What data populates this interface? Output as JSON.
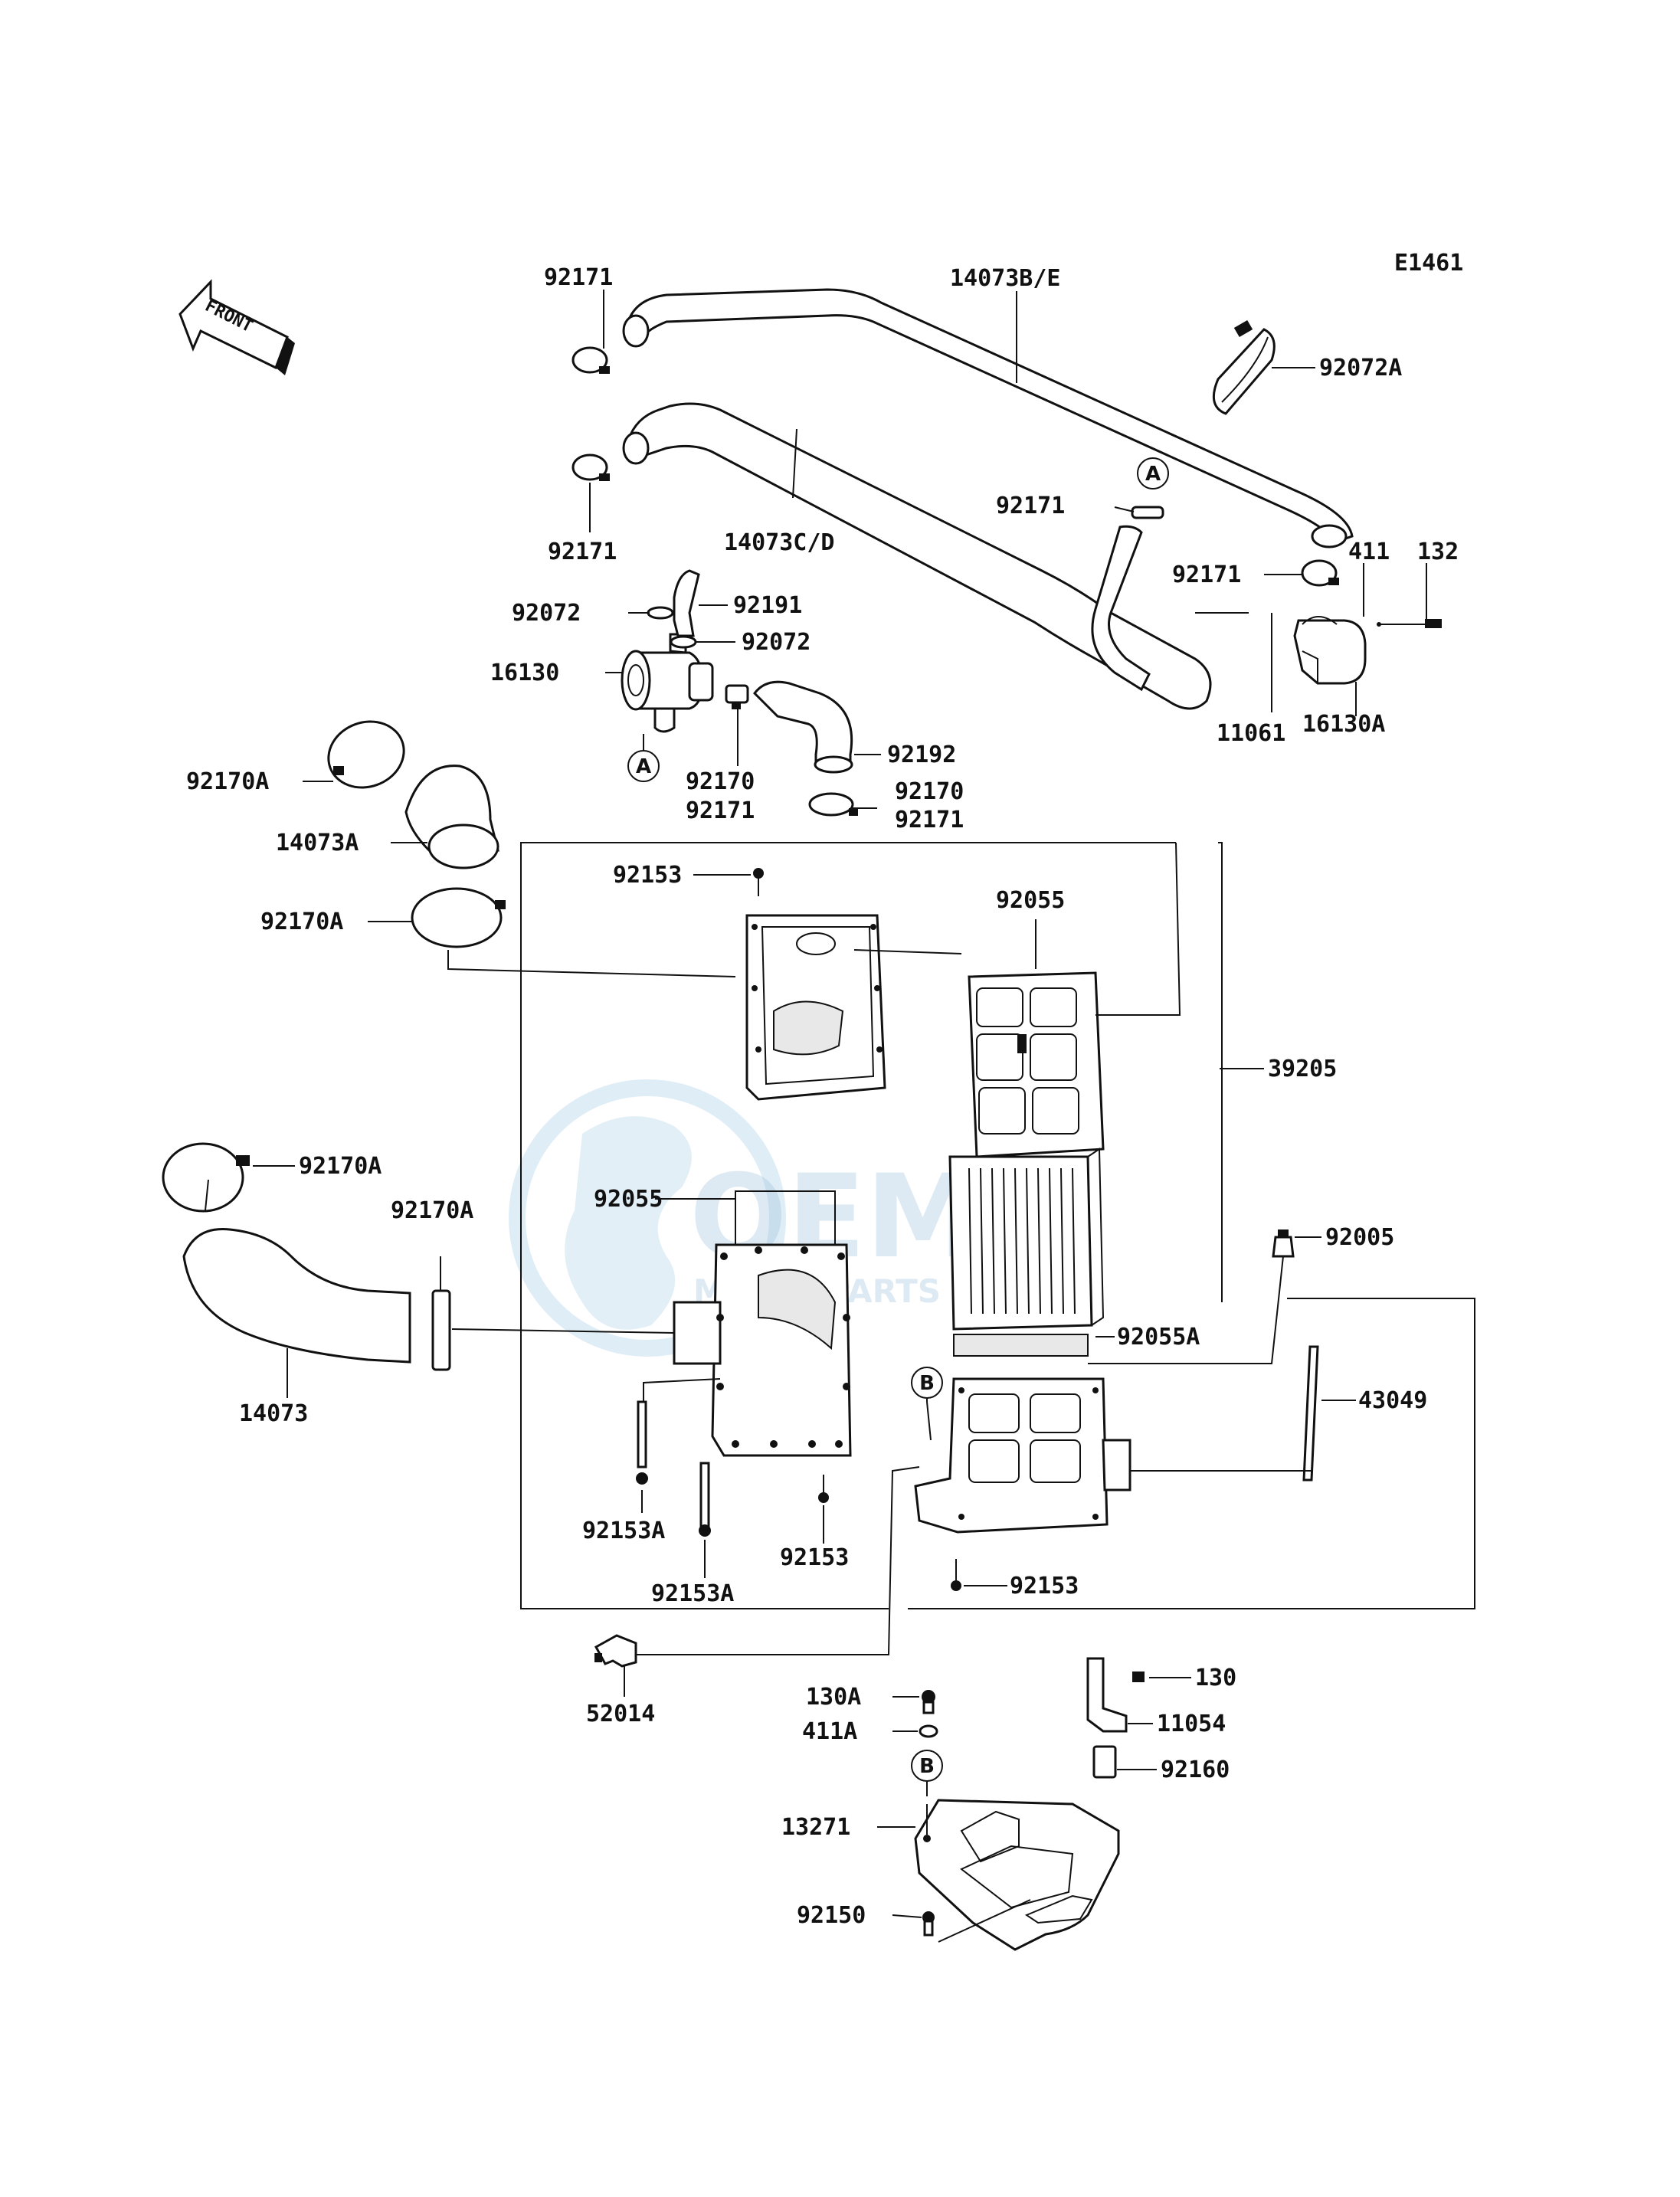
{
  "diagram_code": "E1461",
  "front_label": "FRONT",
  "watermark": {
    "main": "OEM",
    "sub": "MOTORPARTS"
  },
  "refs": {
    "a": "A",
    "b": "B"
  },
  "parts": [
    {
      "id": "p92171a",
      "label": "92171"
    },
    {
      "id": "p14073be",
      "label": "14073B/E"
    },
    {
      "id": "p92072a",
      "label": "92072A"
    },
    {
      "id": "p92171b",
      "label": "92171"
    },
    {
      "id": "p14073cd",
      "label": "14073C/D"
    },
    {
      "id": "p92171c",
      "label": "92171"
    },
    {
      "id": "p92171d",
      "label": "92171"
    },
    {
      "id": "p411",
      "label": "411"
    },
    {
      "id": "p132",
      "label": "132"
    },
    {
      "id": "p92072b",
      "label": "92072"
    },
    {
      "id": "p92191",
      "label": "92191"
    },
    {
      "id": "p92072c",
      "label": "92072"
    },
    {
      "id": "p16130",
      "label": "16130"
    },
    {
      "id": "p11061",
      "label": "11061"
    },
    {
      "id": "p16130a",
      "label": "16130A"
    },
    {
      "id": "p92170a1",
      "label": "92170A"
    },
    {
      "id": "p92170b",
      "label": "92170"
    },
    {
      "id": "p92171e",
      "label": "92171"
    },
    {
      "id": "p92192",
      "label": "92192"
    },
    {
      "id": "p92170c",
      "label": "92170"
    },
    {
      "id": "p92171f",
      "label": "92171"
    },
    {
      "id": "p14073a",
      "label": "14073A"
    },
    {
      "id": "p92153a",
      "label": "92153"
    },
    {
      "id": "p92055a",
      "label": "92055"
    },
    {
      "id": "p92170a2",
      "label": "92170A"
    },
    {
      "id": "p39205",
      "label": "39205"
    },
    {
      "id": "p92170a3",
      "label": "92170A"
    },
    {
      "id": "p92170a4",
      "label": "92170A"
    },
    {
      "id": "p92055b",
      "label": "92055"
    },
    {
      "id": "p92005",
      "label": "92005"
    },
    {
      "id": "p92055aa",
      "label": "92055A"
    },
    {
      "id": "p43049",
      "label": "43049"
    },
    {
      "id": "p14073",
      "label": "14073"
    },
    {
      "id": "p92153aa",
      "label": "92153A"
    },
    {
      "id": "p92153b",
      "label": "92153"
    },
    {
      "id": "p92153c",
      "label": "92153"
    },
    {
      "id": "p92153ab",
      "label": "92153A"
    },
    {
      "id": "p52014",
      "label": "52014"
    },
    {
      "id": "p130a",
      "label": "130A"
    },
    {
      "id": "p130",
      "label": "130"
    },
    {
      "id": "p11054",
      "label": "11054"
    },
    {
      "id": "p411a",
      "label": "411A"
    },
    {
      "id": "p92160",
      "label": "92160"
    },
    {
      "id": "p13271",
      "label": "13271"
    },
    {
      "id": "p92150",
      "label": "92150"
    }
  ]
}
